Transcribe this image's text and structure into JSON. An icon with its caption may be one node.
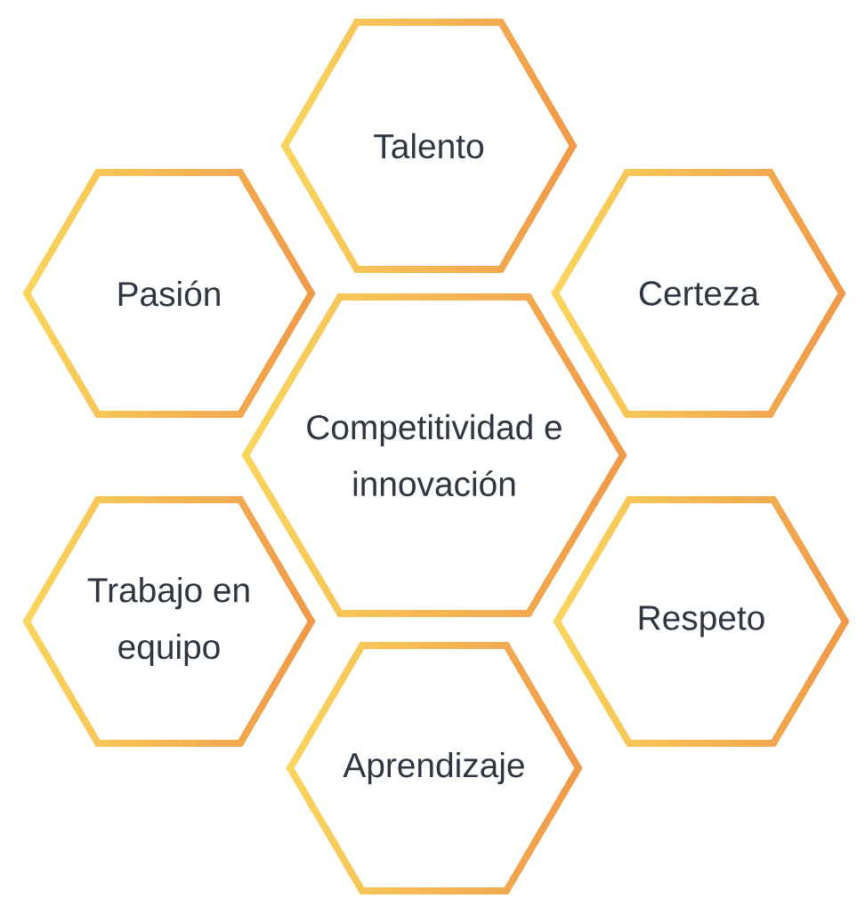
{
  "diagram": {
    "nodes": [
      {
        "text": [
          "Talento"
        ]
      },
      {
        "text": [
          "Pasión"
        ]
      },
      {
        "text": [
          "Certeza"
        ]
      },
      {
        "text": [
          "Competitividad e innovación"
        ]
      },
      {
        "text": [
          "Trabajo en equipo"
        ]
      },
      {
        "text": [
          "Respeto"
        ]
      },
      {
        "text": [
          "Aprendizaje"
        ]
      }
    ]
  }
}
